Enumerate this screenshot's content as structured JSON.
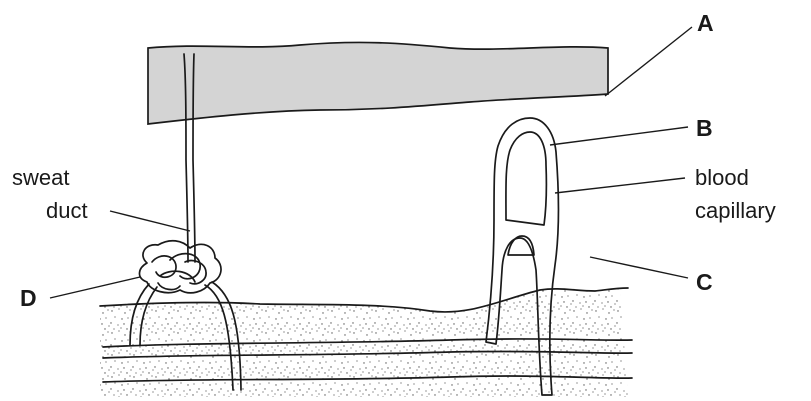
{
  "labels": {
    "a": "A",
    "b": "B",
    "c": "C",
    "d": "D",
    "sweat_duct_line1": "sweat",
    "sweat_duct_line2": "duct",
    "blood_capillary_line1": "blood",
    "blood_capillary_line2": "capillary"
  },
  "colors": {
    "epidermis_fill": "#d4d4d4",
    "ink": "#1a1a1a",
    "background": "#ffffff"
  }
}
